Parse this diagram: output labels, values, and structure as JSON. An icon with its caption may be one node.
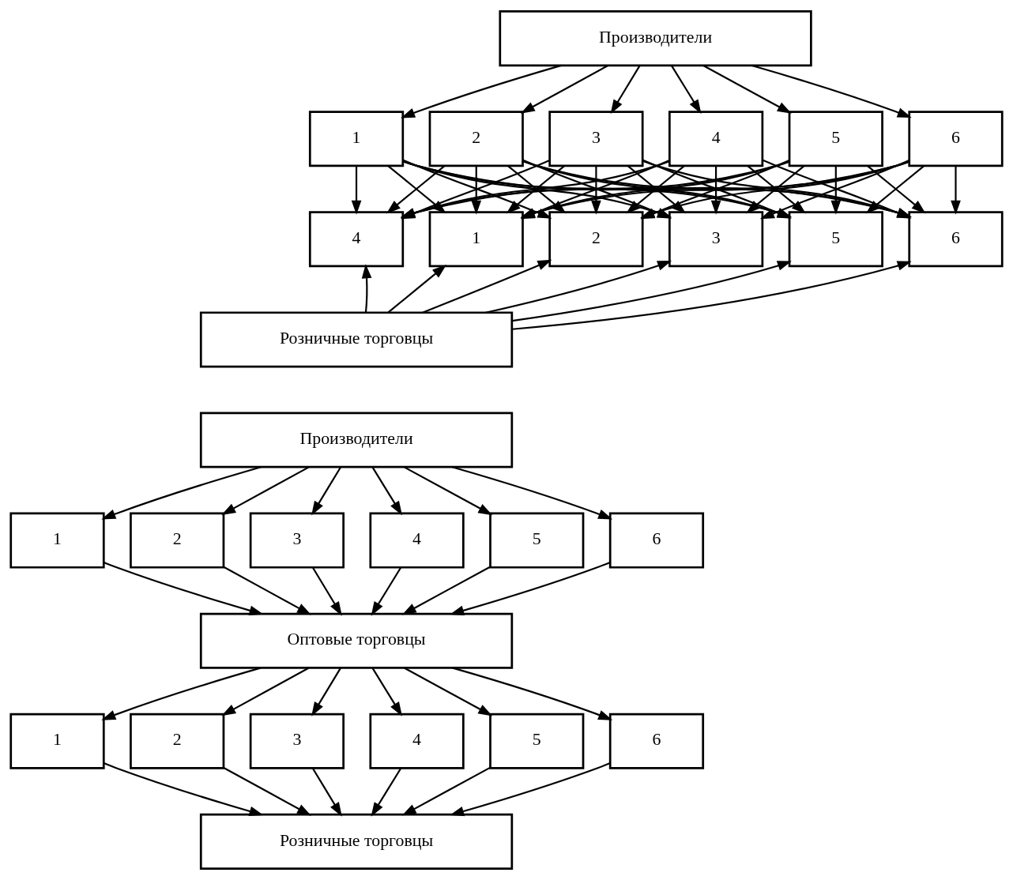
{
  "diagram": {
    "nodes": [
      {
        "text": [
          "Производители"
        ]
      },
      {
        "text": [
          "1"
        ]
      },
      {
        "text": [
          "2"
        ]
      },
      {
        "text": [
          "3"
        ]
      },
      {
        "text": [
          "4"
        ]
      },
      {
        "text": [
          "5"
        ]
      },
      {
        "text": [
          "6"
        ]
      },
      {
        "text": [
          "1"
        ]
      },
      {
        "text": [
          "2"
        ]
      },
      {
        "text": [
          "3"
        ]
      },
      {
        "text": [
          "4"
        ]
      },
      {
        "text": [
          "5"
        ]
      },
      {
        "text": [
          "6"
        ]
      },
      {
        "text": [
          "Розничные торговцы"
        ]
      },
      {
        "text": [
          "Производители"
        ]
      },
      {
        "text": [
          "1"
        ]
      },
      {
        "text": [
          "2"
        ]
      },
      {
        "text": [
          "3"
        ]
      },
      {
        "text": [
          "4"
        ]
      },
      {
        "text": [
          "5"
        ]
      },
      {
        "text": [
          "6"
        ]
      },
      {
        "text": [
          "Оптовые торговцы"
        ]
      },
      {
        "text": [
          "1"
        ]
      },
      {
        "text": [
          "2"
        ]
      },
      {
        "text": [
          "3"
        ]
      },
      {
        "text": [
          "4"
        ]
      },
      {
        "text": [
          "5"
        ]
      },
      {
        "text": [
          "6"
        ]
      },
      {
        "text": [
          "Розничные торговцы"
        ]
      }
    ],
    "edges": [
      {
        "from": 0,
        "to": 1,
        "arrow": "to"
      },
      {
        "from": 0,
        "to": 2,
        "arrow": "to"
      },
      {
        "from": 0,
        "to": 3,
        "arrow": "to"
      },
      {
        "from": 0,
        "to": 4,
        "arrow": "to"
      },
      {
        "from": 0,
        "to": 5,
        "arrow": "to"
      },
      {
        "from": 0,
        "to": 6,
        "arrow": "to"
      },
      {
        "from": 1,
        "to": 7,
        "arrow": "to"
      },
      {
        "from": 1,
        "to": 8,
        "arrow": "to"
      },
      {
        "from": 1,
        "to": 9,
        "arrow": "to"
      },
      {
        "from": 1,
        "to": 10,
        "arrow": "to"
      },
      {
        "from": 1,
        "to": 11,
        "arrow": "to"
      },
      {
        "from": 1,
        "to": 12,
        "arrow": "to"
      },
      {
        "from": 2,
        "to": 7,
        "arrow": "to"
      },
      {
        "from": 2,
        "to": 8,
        "arrow": "to"
      },
      {
        "from": 2,
        "to": 9,
        "arrow": "to"
      },
      {
        "from": 2,
        "to": 10,
        "arrow": "to"
      },
      {
        "from": 2,
        "to": 11,
        "arrow": "to"
      },
      {
        "from": 2,
        "to": 12,
        "arrow": "to"
      },
      {
        "from": 3,
        "to": 7,
        "arrow": "to"
      },
      {
        "from": 3,
        "to": 8,
        "arrow": "to"
      },
      {
        "from": 3,
        "to": 9,
        "arrow": "to"
      },
      {
        "from": 3,
        "to": 10,
        "arrow": "to"
      },
      {
        "from": 3,
        "to": 11,
        "arrow": "to"
      },
      {
        "from": 3,
        "to": 12,
        "arrow": "to"
      },
      {
        "from": 4,
        "to": 7,
        "arrow": "to"
      },
      {
        "from": 4,
        "to": 8,
        "arrow": "to"
      },
      {
        "from": 4,
        "to": 9,
        "arrow": "to"
      },
      {
        "from": 4,
        "to": 10,
        "arrow": "to"
      },
      {
        "from": 4,
        "to": 11,
        "arrow": "to"
      },
      {
        "from": 4,
        "to": 12,
        "arrow": "to"
      },
      {
        "from": 5,
        "to": 7,
        "arrow": "to"
      },
      {
        "from": 5,
        "to": 8,
        "arrow": "to"
      },
      {
        "from": 5,
        "to": 9,
        "arrow": "to"
      },
      {
        "from": 5,
        "to": 10,
        "arrow": "to"
      },
      {
        "from": 5,
        "to": 11,
        "arrow": "to"
      },
      {
        "from": 5,
        "to": 12,
        "arrow": "to"
      },
      {
        "from": 6,
        "to": 7,
        "arrow": "to"
      },
      {
        "from": 6,
        "to": 8,
        "arrow": "to"
      },
      {
        "from": 6,
        "to": 9,
        "arrow": "to"
      },
      {
        "from": 6,
        "to": 10,
        "arrow": "to"
      },
      {
        "from": 6,
        "to": 11,
        "arrow": "to"
      },
      {
        "from": 6,
        "to": 12,
        "arrow": "to"
      },
      {
        "from": 13,
        "to": 7,
        "arrow": "to"
      },
      {
        "from": 13,
        "to": 8,
        "arrow": "to"
      },
      {
        "from": 13,
        "to": 9,
        "arrow": "to"
      },
      {
        "from": 13,
        "to": 10,
        "arrow": "to"
      },
      {
        "from": 13,
        "to": 11,
        "arrow": "to"
      },
      {
        "from": 13,
        "to": 12,
        "arrow": "to"
      },
      {
        "from": 14,
        "to": 15,
        "arrow": "to"
      },
      {
        "from": 14,
        "to": 16,
        "arrow": "to"
      },
      {
        "from": 14,
        "to": 17,
        "arrow": "to"
      },
      {
        "from": 14,
        "to": 18,
        "arrow": "to"
      },
      {
        "from": 14,
        "to": 19,
        "arrow": "to"
      },
      {
        "from": 14,
        "to": 20,
        "arrow": "to"
      },
      {
        "from": 15,
        "to": 21,
        "arrow": "to"
      },
      {
        "from": 16,
        "to": 21,
        "arrow": "to"
      },
      {
        "from": 17,
        "to": 21,
        "arrow": "to"
      },
      {
        "from": 18,
        "to": 21,
        "arrow": "to"
      },
      {
        "from": 19,
        "to": 21,
        "arrow": "to"
      },
      {
        "from": 20,
        "to": 21,
        "arrow": "to"
      },
      {
        "from": 21,
        "to": 22,
        "arrow": "to"
      },
      {
        "from": 21,
        "to": 23,
        "arrow": "to"
      },
      {
        "from": 21,
        "to": 24,
        "arrow": "to"
      },
      {
        "from": 21,
        "to": 25,
        "arrow": "to"
      },
      {
        "from": 21,
        "to": 26,
        "arrow": "to"
      },
      {
        "from": 21,
        "to": 27,
        "arrow": "to"
      },
      {
        "from": 22,
        "to": 28,
        "arrow": "to"
      },
      {
        "from": 23,
        "to": 28,
        "arrow": "to"
      },
      {
        "from": 24,
        "to": 28,
        "arrow": "to"
      },
      {
        "from": 25,
        "to": 28,
        "arrow": "to"
      },
      {
        "from": 26,
        "to": 28,
        "arrow": "to"
      },
      {
        "from": 27,
        "to": 28,
        "arrow": "to"
      }
    ]
  }
}
